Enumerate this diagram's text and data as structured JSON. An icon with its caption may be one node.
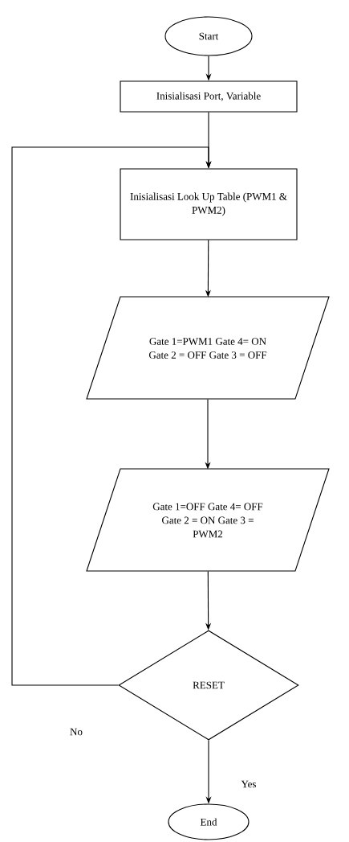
{
  "diagram": {
    "nodes": [
      {
        "text": [
          "Start"
        ]
      },
      {
        "text": [
          "Inisialisasi Port, Variable"
        ]
      },
      {
        "text": [
          "Inisialisasi Look Up Table (PWM1 & PWM2)"
        ]
      },
      {
        "text": [
          "Gate 1=PWM1 Gate 4= ON Gate 2 = OFF Gate 3 = OFF"
        ]
      },
      {
        "text": [
          "Gate 1=OFF Gate 4= OFF Gate 2 = ON Gate 3 = PWM2"
        ]
      },
      {
        "text": [
          "RESET"
        ]
      },
      {
        "text": [
          "End"
        ]
      }
    ],
    "edges": [
      {
        "from": 0,
        "to": 1,
        "arrow": "to"
      },
      {
        "from": 1,
        "to": 2,
        "arrow": "to"
      },
      {
        "from": 2,
        "to": 3,
        "arrow": "to"
      },
      {
        "from": 3,
        "to": 4,
        "arrow": "to"
      },
      {
        "from": 4,
        "to": 5,
        "arrow": "to"
      },
      {
        "from": 5,
        "to": 2,
        "arrow": "to",
        "label": "No"
      },
      {
        "from": 5,
        "to": 6,
        "arrow": "to",
        "label": "Yes"
      }
    ]
  }
}
